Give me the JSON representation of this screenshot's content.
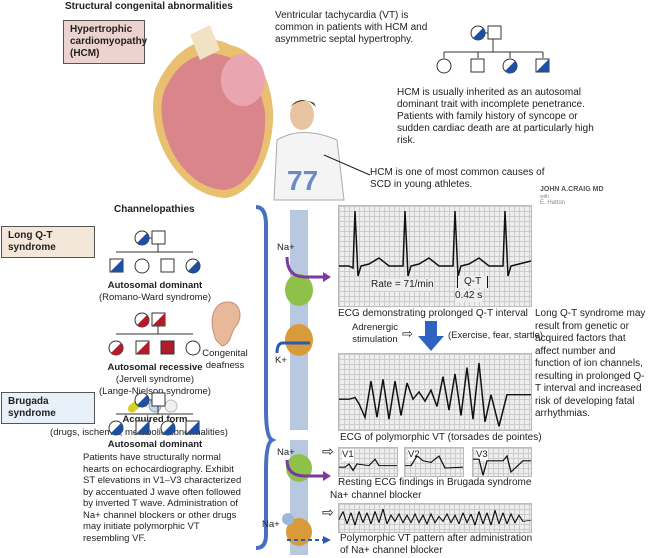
{
  "structural": {
    "heading": "Structural congenital abnormalities",
    "hcm_box": "Hypertrophic cardiomyopathy (HCM)",
    "vt_text": "Ventricular tachycardia (VT) is common in patients with HCM and asymmetric septal hypertrophy.",
    "inherit_text": "HCM is usually inherited as an autosomal dominant trait with incomplete penetrance. Patients with family history of syncope or sudden cardiac death are at particularly high risk.",
    "athlete_text": "HCM is one of most common causes of SCD in young athletes."
  },
  "credit": {
    "artist": "JOHN A.CRAIG MD",
    "with": "with",
    "coartist": "E. Hatton"
  },
  "channelopathies": {
    "heading": "Channelopathies",
    "lqt": {
      "box": "Long Q-T syndrome",
      "dominant": "Autosomal dominant",
      "dominant_sub": "(Romano-Ward syndrome)",
      "recessive": "Autosomal recessive",
      "recessive_sub1": "(Jervell syndrome)",
      "recessive_sub2": "(Lange-Nielson syndrome)",
      "deafness": "Congenital deafness",
      "acquired": "Acquired form",
      "acquired_sub": "(drugs, ischemia, metabolic abnormalities)",
      "na": "Na+",
      "k": "K+",
      "rate": "Rate = 71/min",
      "qt": "Q-T",
      "qt_val": "0.42 s",
      "ecg1_caption": "ECG demonstrating prolonged Q-T interval",
      "adrenergic": "Adrenergic stimulation",
      "triggers": "(Exercise, fear, startle)",
      "ecg2_caption": "ECG of polymorphic VT (torsades de pointes)",
      "side_text": "Long Q-T syndrome may result from genetic or acquired factors that affect number and function of ion channels, resulting in prolonged Q-T interval and increased risk of developing fatal arrhythmias."
    },
    "brugada": {
      "box": "Brugada syndrome",
      "dominant": "Autosomal dominant",
      "desc": "Patients have structurally normal hearts on echocardiography. Exhibit ST elevations in V1–V3 characterized by accentuated J wave often followed by inverted T wave. Administration of Na+ channel blockers or other drugs may initiate polymorphic VT resembling VF.",
      "na": "Na+",
      "leads": [
        "V1",
        "V2",
        "V3"
      ],
      "resting_caption": "Resting ECG findings in Brugada syndrome",
      "blocker": "Na+ channel blocker",
      "na2": "Na+",
      "vt_caption1": "Polymorphic VT pattern after administration",
      "vt_caption2": "of Na+ channel blocker"
    }
  },
  "colors": {
    "blue": "#1f4fa0",
    "red": "#b01c2a",
    "brace": "#4a6fc0",
    "hcm_bg": "#ecd3cf",
    "lqt_bg": "#f3e7d9",
    "brugada_bg": "#e8f0fa"
  }
}
